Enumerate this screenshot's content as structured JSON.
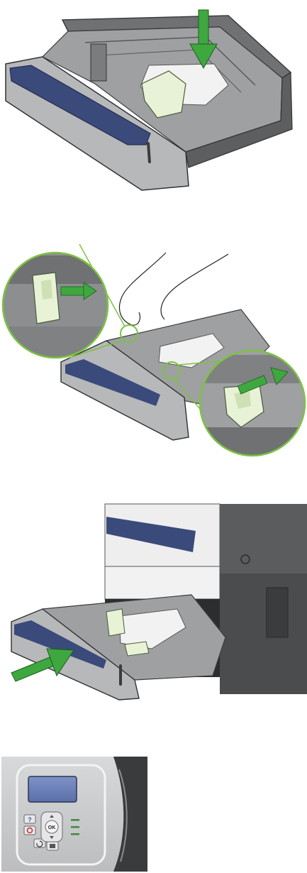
{
  "figures": [
    {
      "name": "insert-paper-into-tray"
    },
    {
      "name": "adjust-paper-guides"
    },
    {
      "name": "close-tray"
    },
    {
      "name": "control-panel"
    }
  ],
  "control_panel": {
    "ok_label": "OK",
    "help_symbol": "?"
  },
  "colors": {
    "arrow_green": "#3ea83e",
    "highlight_green": "#7dc242",
    "tray_gray": "#8a8c8e",
    "handle_blue": "#3a4a7a",
    "paper_guide": "#e8f2d6"
  }
}
